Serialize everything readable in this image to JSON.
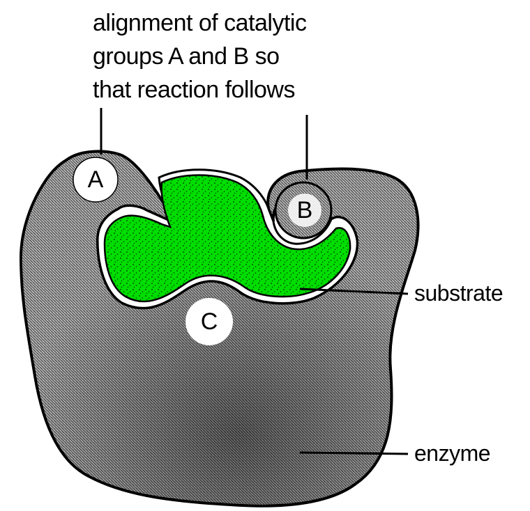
{
  "caption": {
    "line1": "alignment of catalytic",
    "line2": "groups A and B so",
    "line3": "that reaction follows"
  },
  "labels": {
    "substrate": "substrate",
    "enzyme": "enzyme"
  },
  "groups": {
    "a": "A",
    "b": "B",
    "c": "C"
  },
  "colors": {
    "substrate_fill": "#00dd00",
    "enzyme_fill": "#6e6e6e",
    "outline": "#000000",
    "group_fill": "#ffffff"
  }
}
